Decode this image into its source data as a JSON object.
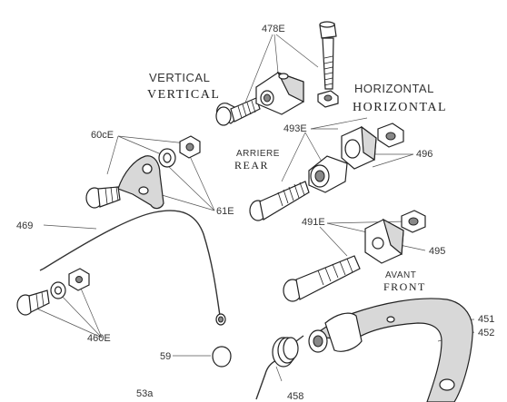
{
  "labels": {
    "vertical_fr": "VERTICAL",
    "vertical_en": "VERTICAL",
    "horizontal_fr": "HORIZONTAL",
    "horizontal_en": "HORIZONTAL",
    "arriere": "ARRIERE",
    "rear": "REAR",
    "avant": "AVANT",
    "front": "FRONT"
  },
  "part_numbers": {
    "p478e": "478E",
    "p493e": "493E",
    "p496": "496",
    "p60ce": "60cE",
    "p61e": "61E",
    "p469": "469",
    "p491e": "491E",
    "p495": "495",
    "p451": "451",
    "p452": "452",
    "p460e": "460E",
    "p59": "59",
    "p53a": "53a",
    "p458": "458"
  }
}
